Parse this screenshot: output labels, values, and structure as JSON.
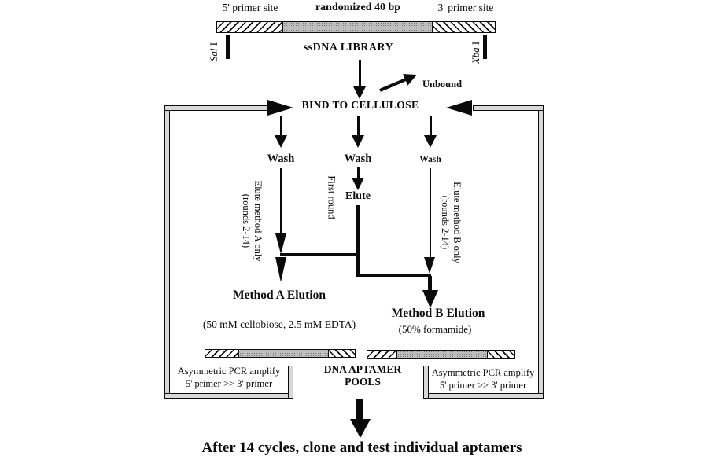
{
  "figure": {
    "top": {
      "label_5prime": "5' primer site",
      "label_randomized": "randomized 40 bp",
      "label_3prime": "3' primer site",
      "library_label": "ssDNA LIBRARY",
      "enzyme_left": {
        "italic": "Sal",
        "roman": " I"
      },
      "enzyme_right": {
        "italic": "Xba",
        "roman": " I"
      }
    },
    "selection": {
      "bind": "BIND TO CELLULOSE",
      "unbound": "Unbound",
      "wash_a": "Wash",
      "wash_first": "Wash",
      "wash_b": "Wash",
      "first_round": "First round",
      "elute": "Elute",
      "side_a_line1": "Elute method A only",
      "side_a_line2": "(rounds 2-14)",
      "side_b_line1": "Elute method B only",
      "side_b_line2": "(rounds 2-14)"
    },
    "elution": {
      "a_title": "Method A Elution",
      "a_detail": "(50 mM cellobiose, 2.5 mM EDTA)",
      "b_title": "Method B Elution",
      "b_detail": "(50% formamide)"
    },
    "amplify": {
      "left_line1": "Asymmetric PCR amplify",
      "left_line2": "5' primer >> 3' primer",
      "right_line1": "Asymmetric PCR amplify",
      "right_line2": "5' primer >> 3' primer",
      "pools_line1": "DNA APTAMER",
      "pools_line2": "POOLS"
    },
    "caption": "After 14 cycles, clone and test individual aptamers"
  },
  "colors": {
    "ink": "#0a0a0a",
    "bar_gray": "#bdbdbd",
    "tube_gray": "#d8d8d8",
    "background": "#ffffff"
  }
}
